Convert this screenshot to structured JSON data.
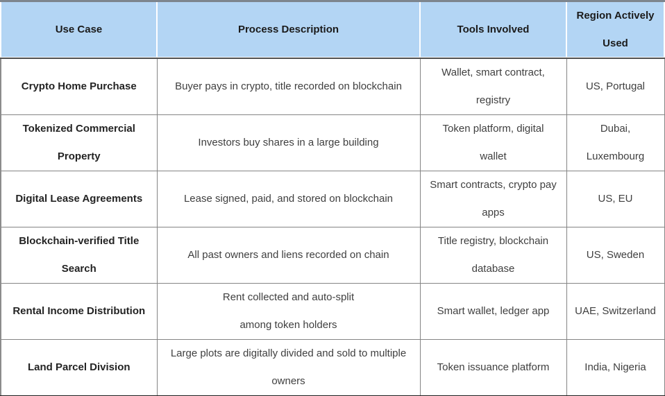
{
  "colors": {
    "header_bg": "#b3d5f4",
    "header_text": "#1b1b1b",
    "body_text": "#3f3f3f",
    "use_case_text": "#232323",
    "grid_line": "#848484",
    "header_divider": "#515151",
    "top_border": "#7d858d",
    "bottom_border": "#1c1c1c"
  },
  "table": {
    "columns": [
      {
        "label": "Use Case"
      },
      {
        "label": "Process Description"
      },
      {
        "label": "Tools Involved"
      },
      {
        "label": "Region Actively Used"
      }
    ],
    "rows": [
      {
        "use_case": "Crypto Home Purchase",
        "process_description": "Buyer pays in crypto, title recorded on blockchain",
        "tools_involved": "Wallet, smart contract,\nregistry",
        "region_actively_used": "US, Portugal"
      },
      {
        "use_case": "Tokenized Commercial Property",
        "process_description": "Investors buy shares in a large building",
        "tools_involved": "Token platform, digital\nwallet",
        "region_actively_used": "Dubai,\nLuxembourg"
      },
      {
        "use_case": "Digital Lease Agreements",
        "process_description": "Lease signed, paid, and stored on blockchain",
        "tools_involved": "Smart contracts, crypto pay\napps",
        "region_actively_used": "US, EU"
      },
      {
        "use_case": "Blockchain-verified Title Search",
        "process_description": "All past owners and liens recorded on chain",
        "tools_involved": "Title registry, blockchain\ndatabase",
        "region_actively_used": "US, Sweden"
      },
      {
        "use_case": "Rental Income Distribution",
        "process_description": "Rent collected and auto-split\namong token holders",
        "tools_involved": "Smart wallet, ledger app",
        "region_actively_used": "UAE, Switzerland"
      },
      {
        "use_case": "Land Parcel Division",
        "process_description": "Large plots are digitally divided and sold to multiple\nowners",
        "tools_involved": "Token issuance platform",
        "region_actively_used": "India, Nigeria"
      }
    ]
  }
}
